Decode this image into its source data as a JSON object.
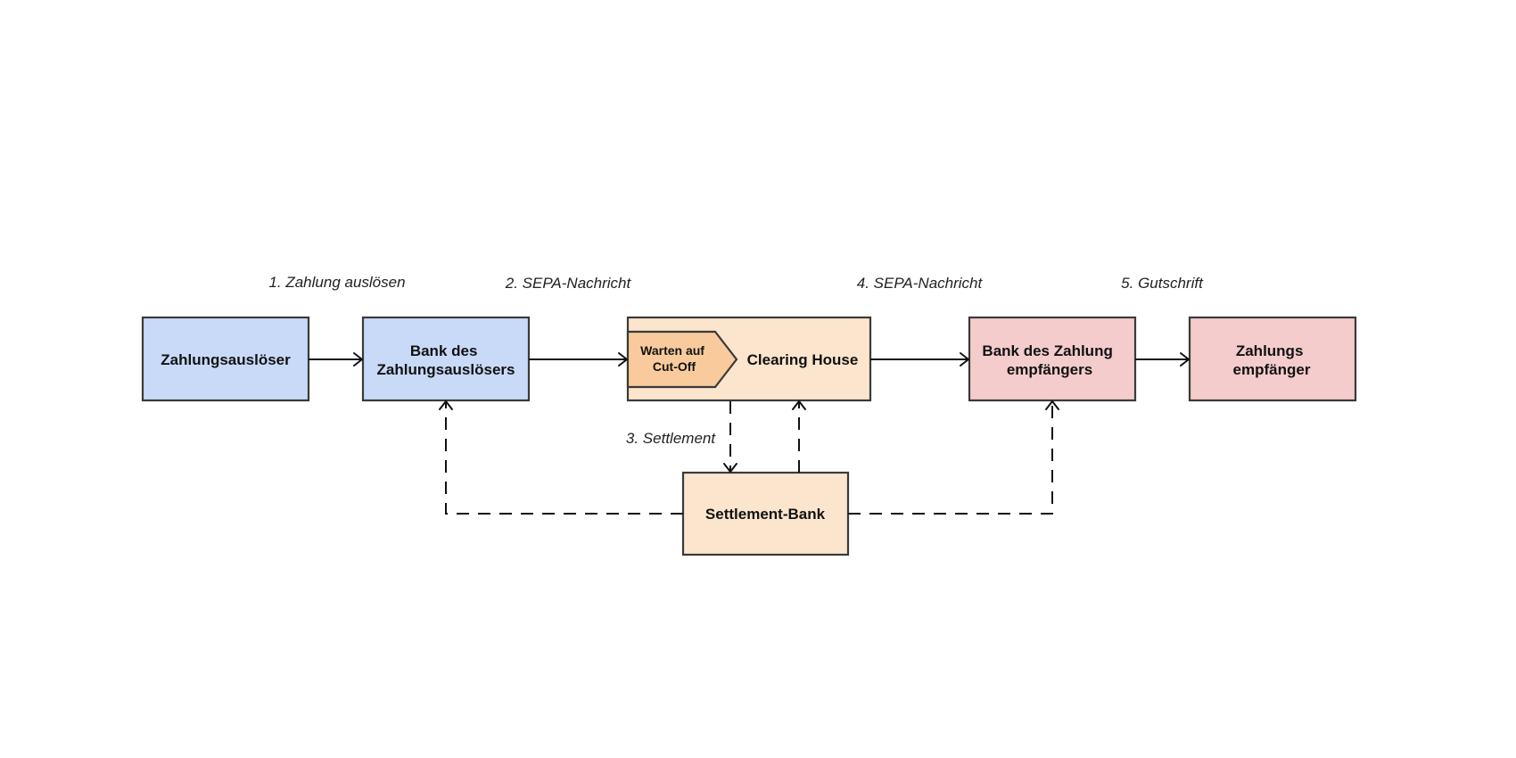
{
  "colors": {
    "blue_fill": "#c9daf8",
    "orange_fill": "#fce5cd",
    "orange_tag_fill": "#f9cb9c",
    "red_fill": "#f4cccc",
    "stroke": "#3a3a3a"
  },
  "nodes": {
    "payer": [
      "Zahlungsauslöser"
    ],
    "payer_bank": [
      "Bank des",
      "Zahlungsauslösers"
    ],
    "clearing_house": [
      "Clearing House"
    ],
    "cutoff_tag": [
      "Warten auf",
      "Cut-Off"
    ],
    "payee_bank": [
      "Bank des Zahlung",
      "empfängers"
    ],
    "payee": [
      "Zahlungs",
      "empfänger"
    ],
    "settlement_bank": [
      "Settlement-Bank"
    ]
  },
  "steps": {
    "step1": "1. Zahlung auslösen",
    "step2": "2. SEPA-Nachricht",
    "step3": "3. Settlement",
    "step4": "4. SEPA-Nachricht",
    "step5": "5. Gutschrift"
  }
}
